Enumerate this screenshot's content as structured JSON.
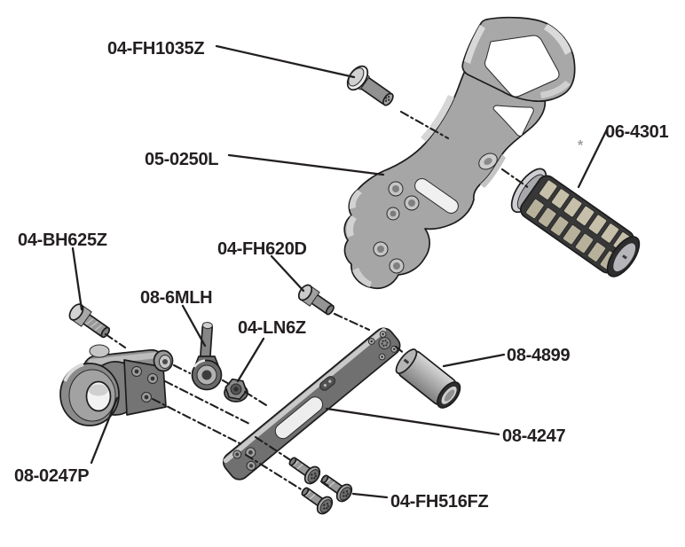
{
  "diagram": {
    "background_color": "#ffffff",
    "stroke_color": "#231f20",
    "part_fill_color": "#a6a6a6",
    "footnote_marker": "*",
    "labels": {
      "fh1035z": {
        "text": "04-FH1035Z",
        "part": "button-head-screw"
      },
      "b0250l": {
        "text": "05-0250L",
        "part": "main-bracket"
      },
      "p4301": {
        "text": "06-4301",
        "part": "foot-peg"
      },
      "bh625z": {
        "text": "04-BH625Z",
        "part": "socket-head-bolt"
      },
      "fh620d": {
        "text": "04-FH620D",
        "part": "socket-head-screw"
      },
      "m6mlh": {
        "text": "08-6MLH",
        "part": "lever-pin"
      },
      "ln6z": {
        "text": "04-LN6Z",
        "part": "flange-lock-nut"
      },
      "c0247p": {
        "text": "08-0247P",
        "part": "pivot-clamp"
      },
      "s4899": {
        "text": "08-4899",
        "part": "spacer-sleeve"
      },
      "a4247": {
        "text": "08-4247",
        "part": "pedal-arm"
      },
      "fh516fz": {
        "text": "04-FH516FZ",
        "part": "flat-head-screw"
      }
    }
  }
}
